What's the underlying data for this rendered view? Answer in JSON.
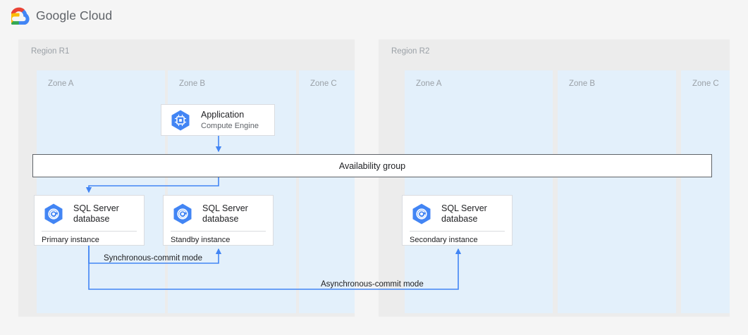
{
  "header": {
    "logo_icon": "google-cloud-logo-icon",
    "brand_primary": "Google",
    "brand_secondary": "Cloud"
  },
  "colors": {
    "page_background": "#f5f5f5",
    "region_background": "#ececec",
    "zone_background": "#e3f0fb",
    "card_background": "#ffffff",
    "card_border": "#dadce0",
    "connector_blue": "#4285f4",
    "availability_border": "#5f6368",
    "label_gray": "#9aa0a6",
    "text_primary": "#202124",
    "icon_blue": "#4285f4",
    "icon_blue_dark": "#2d6fe0",
    "logo_red": "#ea4335",
    "logo_yellow": "#fbbc04",
    "logo_green": "#34a853",
    "logo_blue": "#4285f4"
  },
  "diagram": {
    "regions": [
      {
        "id": "r1",
        "label": "Region R1",
        "zones": [
          {
            "id": "r1-zone-a",
            "label": "Zone A"
          },
          {
            "id": "r1-zone-b",
            "label": "Zone B"
          },
          {
            "id": "r1-zone-c",
            "label": "Zone C"
          }
        ]
      },
      {
        "id": "r2",
        "label": "Region R2",
        "zones": [
          {
            "id": "r2-zone-a",
            "label": "Zone A"
          },
          {
            "id": "r2-zone-b",
            "label": "Zone B"
          },
          {
            "id": "r2-zone-c",
            "label": "Zone C"
          }
        ]
      }
    ],
    "cards": {
      "application": {
        "icon": "compute-engine-icon",
        "title": "Application",
        "subtitle": "Compute Engine"
      },
      "db_primary": {
        "icon": "sql-server-database-icon",
        "title_line1": "SQL Server",
        "title_line2": "database",
        "footer": "Primary instance"
      },
      "db_standby": {
        "icon": "sql-server-database-icon",
        "title_line1": "SQL Server",
        "title_line2": "database",
        "footer": "Standby instance"
      },
      "db_secondary": {
        "icon": "sql-server-database-icon",
        "title_line1": "SQL Server",
        "title_line2": "database",
        "footer": "Secondary instance"
      }
    },
    "availability_group": {
      "label": "Availability group"
    },
    "connectors": [
      {
        "id": "app-to-availability-group",
        "label": "",
        "from": "Application",
        "to": "Availability group"
      },
      {
        "id": "availability-group-to-primary",
        "label": "",
        "from": "Availability group",
        "to": "Primary instance"
      },
      {
        "id": "synchronous-commit",
        "label": "Synchronous-commit mode",
        "from": "Primary instance",
        "to": "Standby instance"
      },
      {
        "id": "asynchronous-commit",
        "label": "Asynchronous-commit mode",
        "from": "Primary instance",
        "to": "Secondary instance"
      }
    ]
  }
}
